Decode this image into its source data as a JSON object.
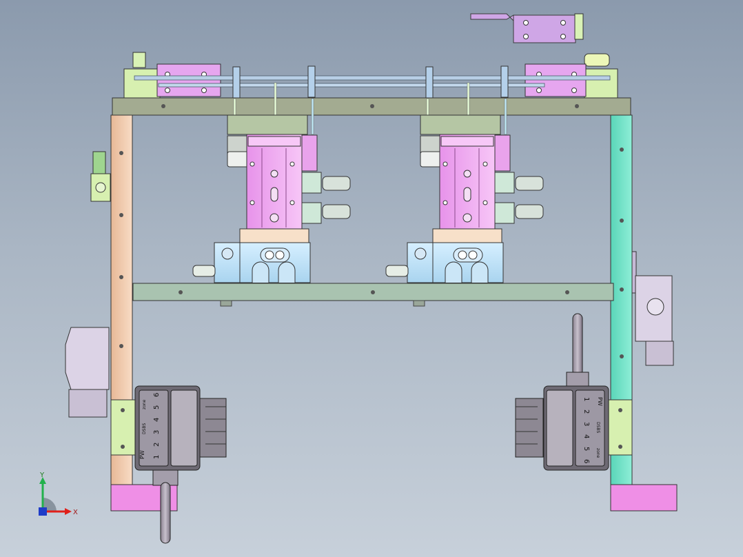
{
  "viewport": {
    "background_top": "#8b9aad",
    "background_bottom": "#c7d0da"
  },
  "triad": {
    "y_label": "Y",
    "x_label": "X",
    "y_color": "#22b14c",
    "x_color": "#e0201a",
    "z_color": "#1e3cc8"
  },
  "left_selector": {
    "title": "PW",
    "brand": "DSBS",
    "positions": [
      "1",
      "2",
      "3",
      "4",
      "5",
      "6"
    ],
    "right_label": "zone"
  },
  "right_selector": {
    "title": "PW",
    "brand": "DSBS",
    "positions": [
      "1",
      "2",
      "3",
      "4",
      "5",
      "6"
    ],
    "right_label": "zone"
  },
  "colors": {
    "frame_top": "#a3ab91",
    "crossbar": "#a9c3b0",
    "left_post": "#f2c9ab",
    "right_post": "#6ee0c6",
    "foot": "#ef8fe6",
    "slide": "#f0aef2",
    "valve_block": "#bfe3f7",
    "bracket": "#cfa6e6",
    "mount_plate": "#d7f0b0"
  }
}
